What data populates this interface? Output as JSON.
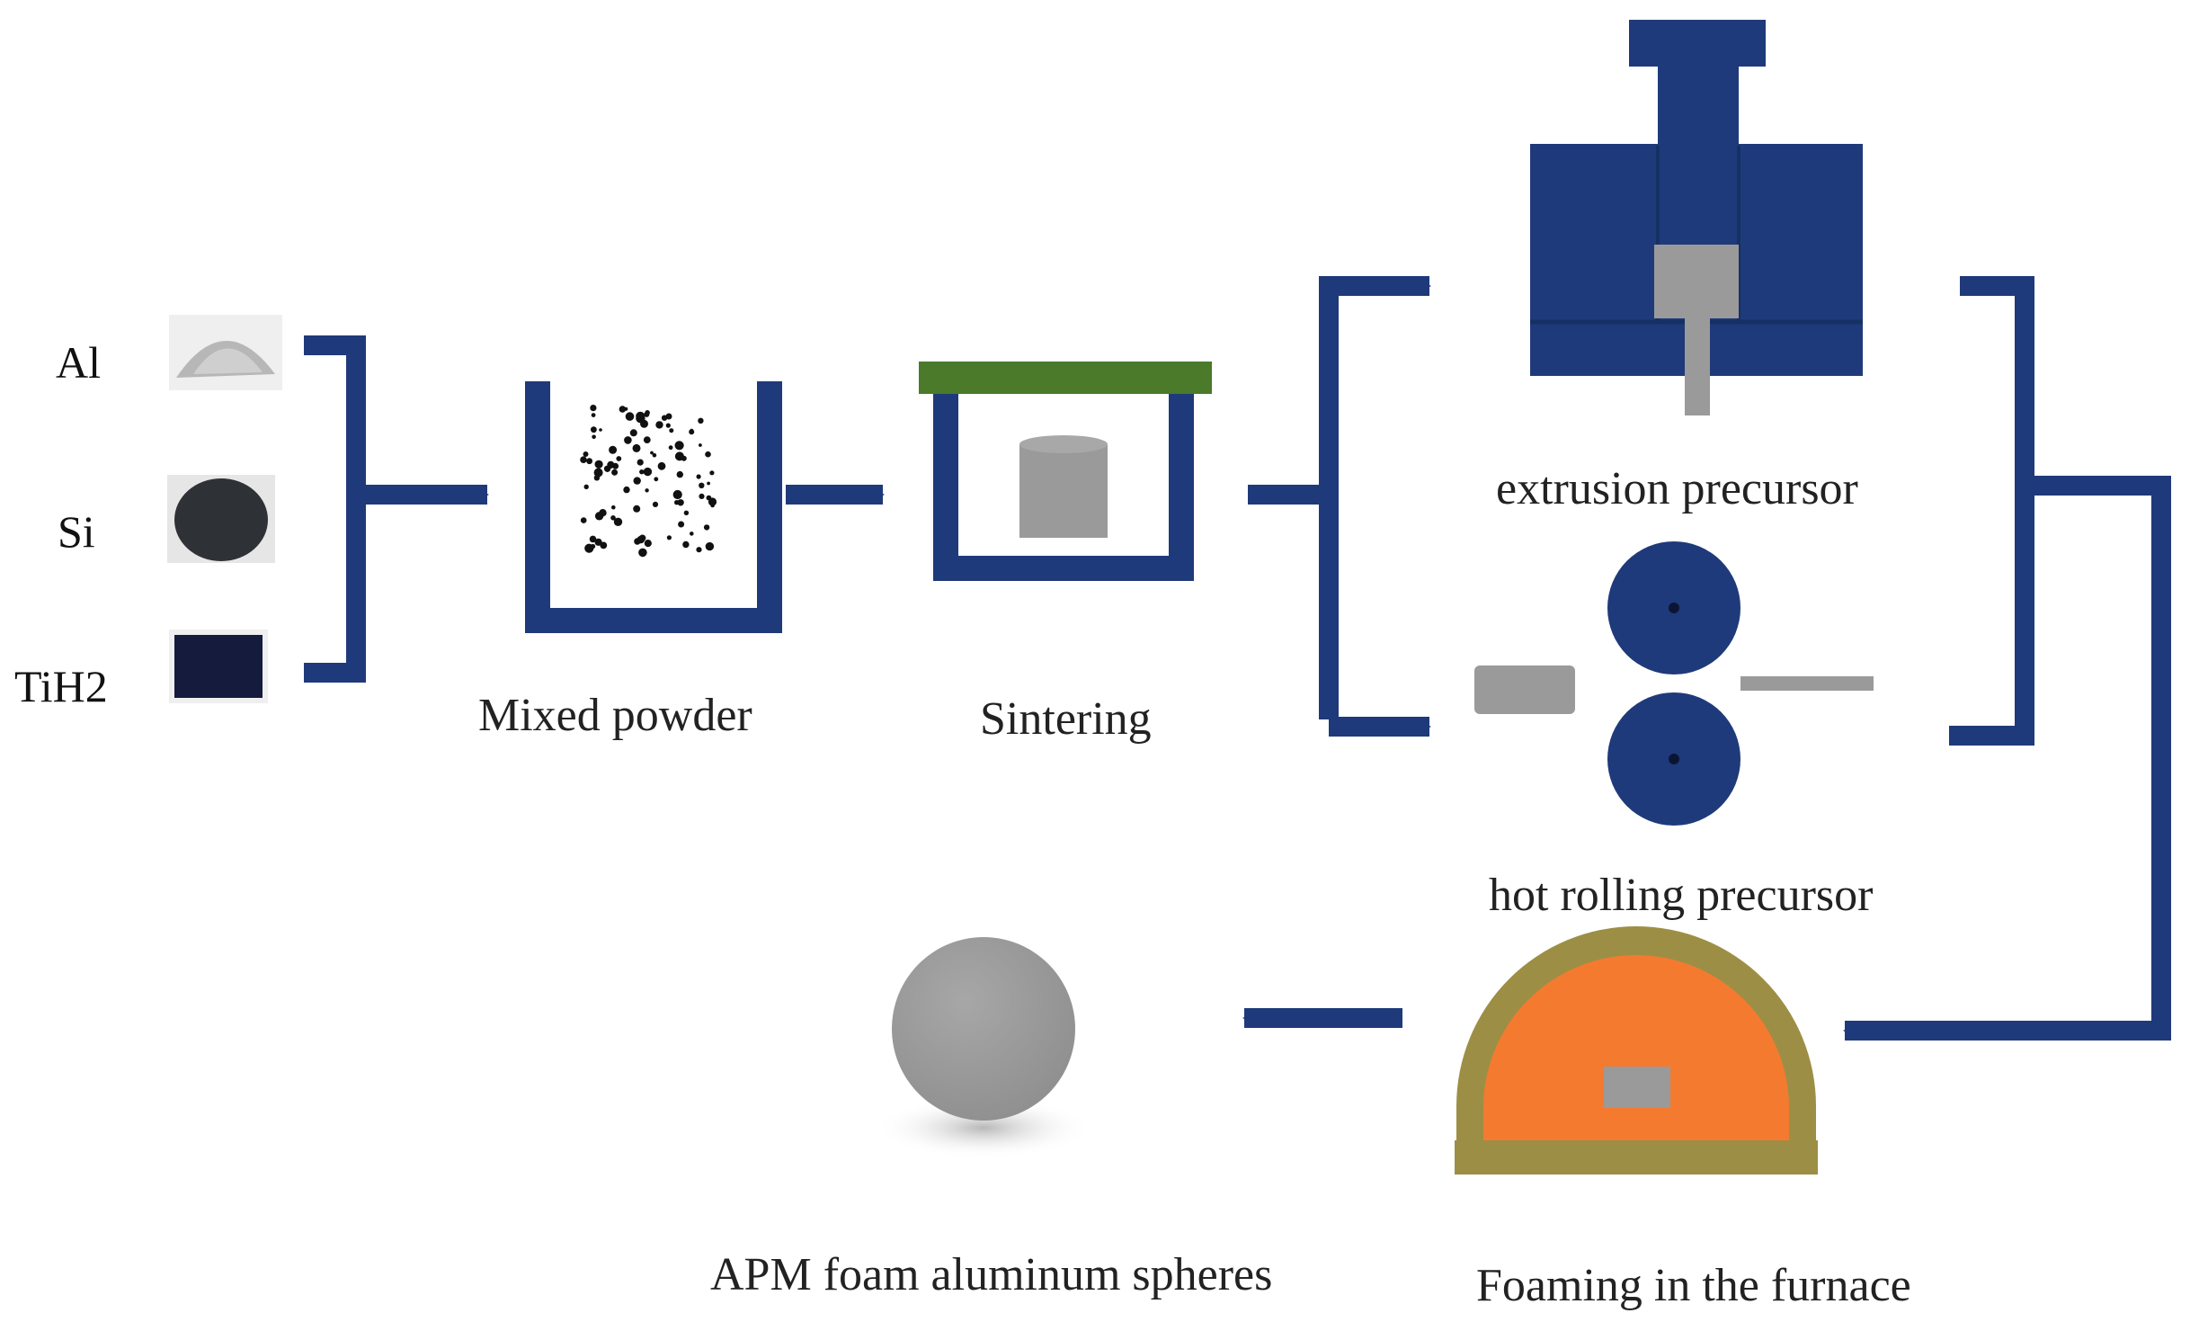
{
  "materials": [
    {
      "label": "Al",
      "swatch_color": "#bdbdbd"
    },
    {
      "label": "Si",
      "swatch_color": "#2e3236"
    },
    {
      "label": "TiH2",
      "swatch_color": "#141b3c"
    }
  ],
  "steps": {
    "mixed_powder": "Mixed powder",
    "sintering": "Sintering",
    "extrusion_precursor": "extrusion precursor",
    "hot_rolling_precursor": "hot rolling precursor",
    "foaming": "Foaming in the furnace",
    "result": "APM foam aluminum spheres"
  },
  "colors": {
    "navy": "#1f3a7a",
    "steel_gray": "#9a9a9a",
    "lid_green": "#4a7a2a",
    "furnace_shell": "#9c8f45",
    "furnace_core": "#f47a30"
  },
  "icons": [
    "powder-pile-icon",
    "cup-icon",
    "sintering-box-icon",
    "extrusion-press-icon",
    "rollers-icon",
    "furnace-icon",
    "sphere-icon"
  ]
}
